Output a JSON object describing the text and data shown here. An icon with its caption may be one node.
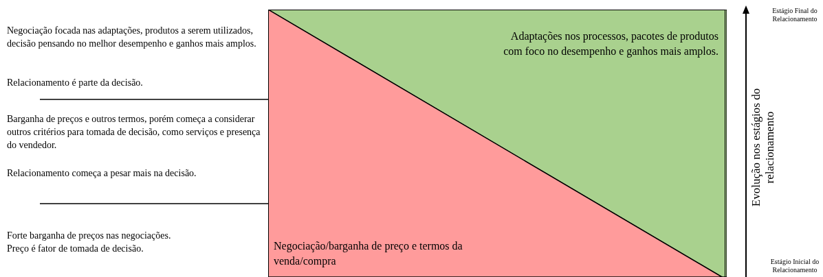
{
  "diagram": {
    "nodes": [
      {
        "text": [
          "Adaptações nos processos, pacotes de produtos com foco no desempenho e ganhos mais amplos."
        ]
      },
      {
        "text": [
          "Negociação/barganha de preço e termos da venda/compra"
        ]
      }
    ],
    "labels": [
      "Negociação focada nas adaptações, produtos a serem utilizados, decisão pensando no melhor desempenho e ganhos mais amplos.",
      "Relacionamento é parte da decisão.",
      "Estágio Final do Relacionamento",
      "Evolução nos estágios do relacionamento",
      "Barganha de preços e outros termos, porém começa a considerar outros critérios para tomada de decisão, como serviços e presença do vendedor.",
      "Relacionamento começa a pesar mais na decisão.",
      "Forte barganha de preços nas negociações.",
      "Preço é fator de tomada de decisão.",
      "Estágio Inicial do Relacionamento"
    ]
  }
}
